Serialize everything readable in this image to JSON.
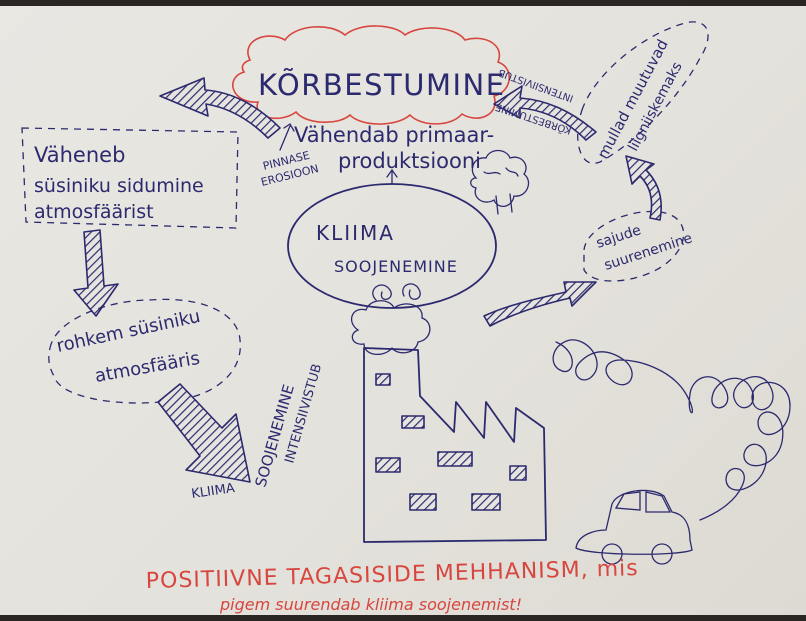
{
  "labels": {
    "korbestumine": "KÕRBESTUMINE",
    "vaheneb_line1": "Väheneb",
    "vaheneb_line2": "süsiniku sidumine",
    "vaheneb_line3": "atmosfäärist",
    "vahendab_line1": "Vähendab primaar-",
    "vahendab_line2": "produktsiooni",
    "pinnase_line1": "PINNASE",
    "pinnase_line2": "EROSIOON",
    "kliima_line1": "KLIIMA",
    "kliima_line2": "SOOJENEMINE",
    "rohkem_line1": "rohkem süsiniku",
    "rohkem_line2": "atmosfääris",
    "soojenemine_intens_line1": "SOOJENEMINE",
    "soojenemine_intens_line2": "INTENSIIVISTUB",
    "kliima_small": "KLIIMA",
    "korb_intens_line1": "KÕRBESTUMINE",
    "korb_intens_line2": "INTENSIIVISTUB",
    "muldade_line1": "mullad muutuvad",
    "muldade_line2": "liigniiskemaks",
    "sajude_line1": "sajude",
    "sajude_line2": "suurenemine",
    "footer_line1": "POSITIIVNE TAGASISIDE MEHHANISM, mis",
    "footer_line2": "pigem suurendab kliima soojenemist!"
  },
  "colors": {
    "ink": "#2c2a6e",
    "red": "#d7463f",
    "paper": "#e6e4de"
  }
}
